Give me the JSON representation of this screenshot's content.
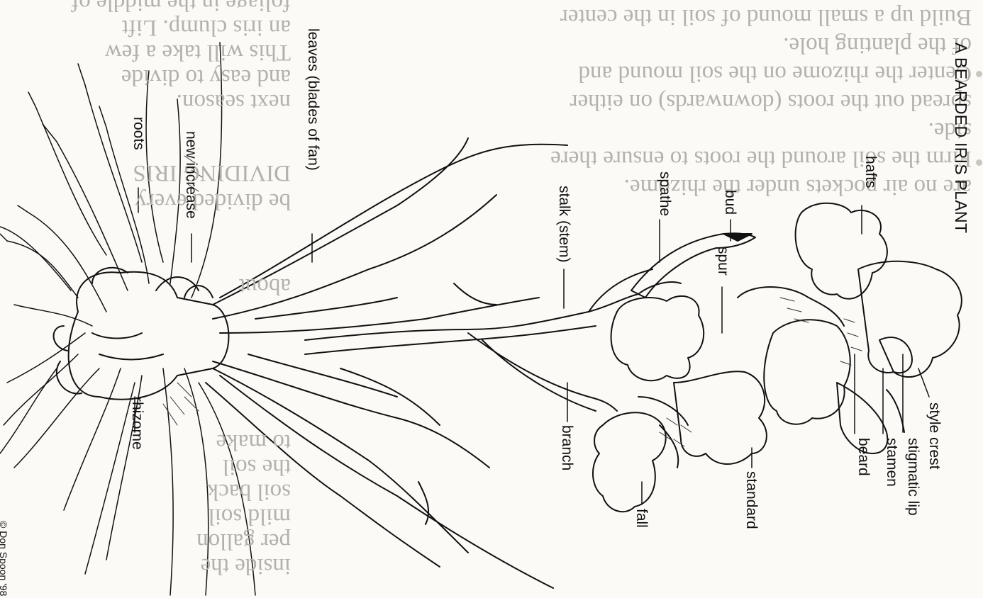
{
  "figure": {
    "title": "A BEARDED IRIS PLANT",
    "credit": "© Don Spoon '98",
    "labels": {
      "style_crest": "style crest",
      "stigmatic_lip": "stigmatic lip",
      "stamen": "stamen",
      "beard": "beard",
      "hafts": "hafts",
      "standard": "standard",
      "fall": "fall",
      "bud": "bud",
      "spathe": "spathe",
      "spur": "spur",
      "stalk": "stalk (stem)",
      "branch": "branch",
      "leaves": "leaves (blades of fan)",
      "new_increase": "new increase",
      "roots": "roots",
      "rhizome": "rhizome"
    }
  },
  "bleed_text": {
    "right_column": [
      "Build up a small mound of soil in the center",
      "of the planting hole.",
      "Center the rhizome on the soil mound and",
      "spread out the roots (downwards) on either",
      "side.",
      "Firm the soil around the roots to ensure there",
      "are no air pockets under the rhizome."
    ],
    "left_column": [
      "foliage in the middle of",
      "an iris clump. Lift",
      "This will take a few",
      "and easy to divide",
      "next season.",
      "",
      "DIVIDING IRIS",
      "be divided every",
      "",
      "",
      "about",
      "",
      "",
      "",
      "",
      "",
      "to make",
      "the soil",
      "soil back",
      "mild soil",
      "per gallon",
      "inside the"
    ]
  }
}
